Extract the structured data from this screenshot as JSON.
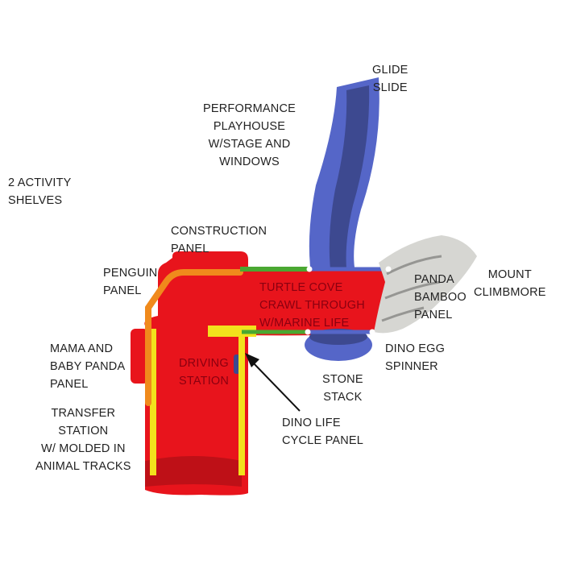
{
  "colors": {
    "structure_red": "#e8141c",
    "slide_blue": "#5566c8",
    "rail_green": "#4aa832",
    "rail_orange": "#f08a1c",
    "post_yellow": "#f2e21c",
    "climber_gray": "#d6d6d2",
    "label_text": "#222222",
    "on_structure_text": "#8a0010"
  },
  "labels": {
    "glide_slide": "GLIDE\nSLIDE",
    "performance_playhouse": "PERFORMANCE\nPLAYHOUSE\nW/STAGE AND\nWINDOWS",
    "activity_shelves": "2 ACTIVITY\nSHELVES",
    "construction_panel": "CONSTRUCTION\nPANEL",
    "penguin_panel": "PENGUIN\nPANEL",
    "turtle_cove": "TURTLE COVE\nCRAWL THROUGH\nW/MARINE LIFE",
    "panda_bamboo_panel": "PANDA\nBAMBOO\nPANEL",
    "mount_climbmore": "MOUNT\nCLIMBMORE",
    "mama_baby_panda": "MAMA AND\nBABY PANDA\nPANEL",
    "driving_station": "DRIVING\nSTATION",
    "dino_egg_spinner": "DINO EGG\nSPINNER",
    "stone_stack": "STONE\nSTACK",
    "transfer_station": "TRANSFER\nSTATION\nW/ MOLDED IN\nANIMAL TRACKS",
    "dino_life_cycle": "DINO LIFE\nCYCLE PANEL"
  }
}
